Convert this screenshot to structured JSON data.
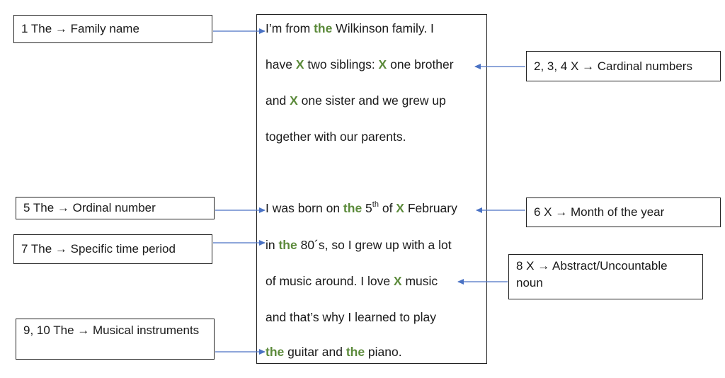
{
  "colors": {
    "highlight": "#5b8a3a",
    "arrow": "#4a72c4",
    "border": "#222222"
  },
  "labels": [
    {
      "id": "L1",
      "text": "1 The → Family name"
    },
    {
      "id": "L2",
      "text": "2, 3, 4 X → Cardinal numbers"
    },
    {
      "id": "L3",
      "text": "5 The → Ordinal number"
    },
    {
      "id": "L4",
      "text": "6 X → Month of the year"
    },
    {
      "id": "L5",
      "text": "7 The → Specific time period"
    },
    {
      "id": "L6",
      "text": "8 X → Abstract/Uncountable noun"
    },
    {
      "id": "L7",
      "text": "9, 10 The → Musical instruments"
    }
  ],
  "text_lines": [
    [
      {
        "t": "I’m from "
      },
      {
        "t": "the",
        "hl": true
      },
      {
        "t": " Wilkinson family.  I"
      }
    ],
    [
      {
        "t": "have "
      },
      {
        "t": "X",
        "hl": true
      },
      {
        "t": " two siblings: "
      },
      {
        "t": "X",
        "hl": true
      },
      {
        "t": " one brother"
      }
    ],
    [
      {
        "t": "and "
      },
      {
        "t": "X",
        "hl": true
      },
      {
        "t": " one sister and we grew up"
      }
    ],
    [
      {
        "t": "together with our parents."
      }
    ],
    [
      {
        "t": "I was born on "
      },
      {
        "t": "the",
        "hl": true
      },
      {
        "t": " 5"
      },
      {
        "t": "th",
        "sup": true
      },
      {
        "t": " of "
      },
      {
        "t": "X",
        "hl": true
      },
      {
        "t": " February"
      }
    ],
    [
      {
        "t": "in "
      },
      {
        "t": "the",
        "hl": true
      },
      {
        "t": " 80´s, so I grew up with a lot"
      }
    ],
    [
      {
        "t": "of music around. I love "
      },
      {
        "t": "X",
        "hl": true
      },
      {
        "t": " music"
      }
    ],
    [
      {
        "t": "and that’s why I learned to play"
      }
    ],
    [
      {
        "t": "the",
        "hl": true
      },
      {
        "t": " guitar and "
      },
      {
        "t": "the",
        "hl": true
      },
      {
        "t": " piano."
      }
    ]
  ]
}
